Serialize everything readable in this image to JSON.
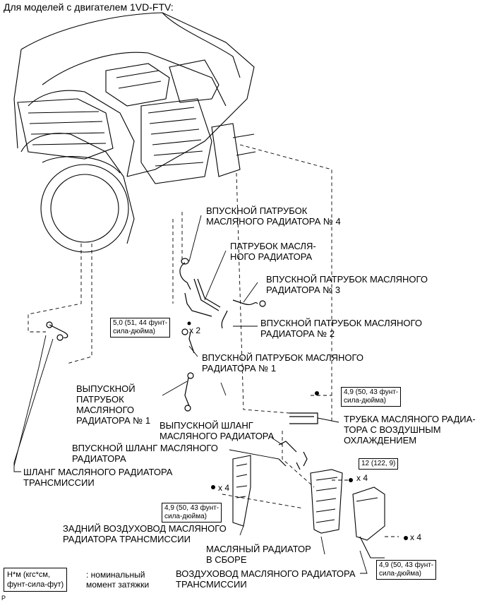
{
  "header": {
    "title": "Для моделей с двигателем 1VD-FTV:"
  },
  "labels": {
    "inlet_hose_4": [
      "ВПУСКНОЙ ПАТРУБОК",
      "МАСЛЯНОГО РАДИАТОРА № 4"
    ],
    "cooler_hose": [
      "ПАТРУБОК МАСЛЯ-",
      "НОГО РАДИАТОРА"
    ],
    "inlet_hose_3": [
      "ВПУСКНОЙ ПАТРУБОК МАСЛЯНОГО",
      "РАДИАТОРА № 3"
    ],
    "inlet_hose_2": [
      "ВПУСКНОЙ ПАТРУБОК МАСЛЯНОГО",
      "РАДИАТОРА № 2"
    ],
    "inlet_hose_1": [
      "ВПУСКНОЙ ПАТРУБОК МАСЛЯНОГО",
      "РАДИАТОРА № 1"
    ],
    "outlet_hose_1": [
      "ВЫПУСКНОЙ",
      "ПАТРУБОК",
      "МАСЛЯНОГО",
      "РАДИАТОРА № 1"
    ],
    "outlet_flex_hose": [
      "ВЫПУСКНОЙ ШЛАНГ",
      "МАСЛЯНОГО РАДИАТОРА"
    ],
    "inlet_flex_hose": [
      "ВПУСКНОЙ ШЛАНГ МАСЛЯНОГО",
      "РАДИАТОРА"
    ],
    "trans_cooler_hose": [
      "ШЛАНГ МАСЛЯНОГО РАДИАТОРА",
      "ТРАНСМИССИИ"
    ],
    "air_cooled_tube": [
      "ТРУБКА МАСЛЯНОГО РАДИА-",
      "ТОРА С ВОЗДУШНЫМ",
      "ОХЛАЖДЕНИЕМ"
    ],
    "rear_air_duct": [
      "ЗАДНИЙ ВОЗДУХОВОД МАСЛЯНОГО",
      "РАДИАТОРА ТРАНСМИССИИ"
    ],
    "oil_cooler_assy": [
      "МАСЛЯНЫЙ РАДИАТОР",
      "В СБОРЕ"
    ],
    "air_duct": [
      "ВОЗДУХОВОД МАСЛЯНОГО РАДИАТОРА",
      "ТРАНСМИССИИ"
    ]
  },
  "torque": {
    "t1": [
      "5,0 (51, 44 фунт-",
      "сила-дюйма)"
    ],
    "t2": [
      "4,9 (50, 43 фунт-",
      "сила-дюйма)"
    ],
    "t3": [
      "12 (122, 9)"
    ],
    "t4": [
      "4,9 (50, 43 фунт-",
      "сила-дюйма)"
    ],
    "t5": [
      "4,9 (50, 43 фунт-",
      "сила-дюйма)"
    ]
  },
  "counts": {
    "x2": "x 2",
    "x4a": "x 4",
    "x4b": "x 4",
    "x4c": "x 4"
  },
  "legend": {
    "box": [
      "Н*м (кгс*см,",
      "фунт-сила-фут)"
    ],
    "text": [
      ": номинальный",
      "момент затяжки"
    ]
  },
  "corner_mark": "P"
}
